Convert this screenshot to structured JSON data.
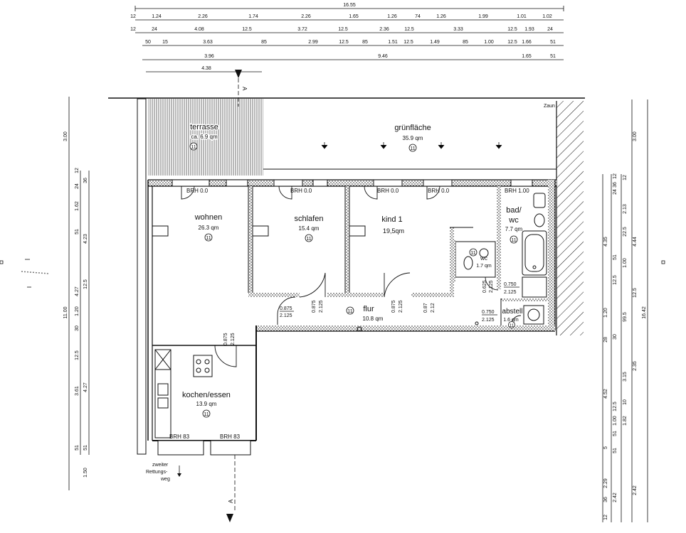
{
  "dims_top": {
    "row1": [
      "16.55"
    ],
    "row2": [
      "12",
      "1.24",
      "2.26",
      "1.74",
      "2.26",
      "1.65",
      "1.26",
      "74",
      "1.26",
      "1.99",
      "1.01",
      "1.02"
    ],
    "row3": [
      "12",
      "24",
      "4.08",
      "12.5",
      "3.72",
      "12.5",
      "2.36",
      "12.5",
      "3.33",
      "12.5",
      "1.93",
      "24"
    ],
    "row4": [
      "50",
      "15",
      "3.63",
      "85",
      "2.99",
      "12.5",
      "85",
      "1.51",
      "12.5",
      "1.49",
      "85",
      "1.00",
      "12.5",
      "1.66",
      "51"
    ],
    "row5": [
      "3.96",
      "9.46",
      "1.65",
      "51"
    ],
    "row6": [
      "4.38"
    ]
  },
  "dims_left": {
    "outer": [
      "3.00",
      "11.00",
      "1.50"
    ],
    "mid": [
      "12",
      "24",
      "1.62",
      "51",
      "4.27",
      "1.20",
      "30",
      "12.5",
      "3.61",
      "51"
    ],
    "inner": [
      "36",
      "4.23",
      "12.5",
      "4.27",
      "51"
    ]
  },
  "dims_right": {
    "outer": [
      "3.00",
      "16.42"
    ],
    "c1": [
      "4.35",
      "1.20",
      "28",
      "4.52",
      "5",
      "2.29",
      "36",
      "12"
    ],
    "c2": [
      "36",
      "24",
      "12",
      "51",
      "12.5",
      "30",
      "12.5",
      "51",
      "2.42",
      "51",
      "1.00"
    ],
    "c3": [
      "12",
      "2.13",
      "22.5",
      "1.00",
      "99.5",
      "3.15",
      "10",
      "1.82"
    ],
    "c4": [
      "4.44",
      "12.5",
      "2.35",
      "2.42"
    ]
  },
  "section_marker": "A",
  "fence_label": "Zaun",
  "rooms": {
    "terrasse": {
      "name": "terrasse",
      "area": "ca. 6.9 qm",
      "num": "11"
    },
    "gruenflaeche": {
      "name": "grünfläche",
      "area": "35.9 qm",
      "num": "11"
    },
    "wohnen": {
      "name": "wohnen",
      "area": "26.3 qm",
      "num": "11"
    },
    "schlafen": {
      "name": "schlafen",
      "area": "15.4 qm",
      "num": "11"
    },
    "kind1": {
      "name": "kind 1",
      "area": "19,5qm"
    },
    "bad": {
      "name": "bad/",
      "name2": "wc",
      "area": "7.7 qm",
      "num": "11"
    },
    "wc": {
      "name": "wc",
      "area": "1.7 qm",
      "num": "11"
    },
    "flur": {
      "name": "flur",
      "area": "10.8 qm",
      "num": "11"
    },
    "abstell": {
      "name": "abstell",
      "area": "1.6 qm",
      "num": "11"
    },
    "kochen": {
      "name": "kochen/essen",
      "area": "13.9 qm",
      "num": "11"
    }
  },
  "window_brh": {
    "wohnen": "BRH 0.0",
    "schlafen": "BRH 0.0",
    "kind_left": "BRH 0.0",
    "kind_right": "BRH 0.0",
    "bad": "BRH 1.00",
    "kochen_left": "BRH 83",
    "kochen_right": "BRH 83"
  },
  "door_labels": {
    "wohnen_flur": {
      "w": "0.875",
      "h": "2.125"
    },
    "schlafen": {
      "w": "0.875",
      "h": "2.125"
    },
    "kind_a": {
      "w": "0.875",
      "h": "2.125"
    },
    "kind_b": {
      "w": "0.87",
      "h": "2.12"
    },
    "wc": {
      "w": "0.625",
      "h": "2.125"
    },
    "bad": {
      "w": "0.750",
      "h": "2.125"
    },
    "abstell": {
      "w": "0.750",
      "h": "2.125"
    },
    "kochen": {
      "w": "0.875",
      "h": "2.125"
    }
  },
  "escape_route": {
    "line1": "zweiter",
    "line2": "Rettungs-",
    "line3": "weg"
  },
  "colors": {
    "ink": "#111111",
    "paper": "#ffffff"
  }
}
